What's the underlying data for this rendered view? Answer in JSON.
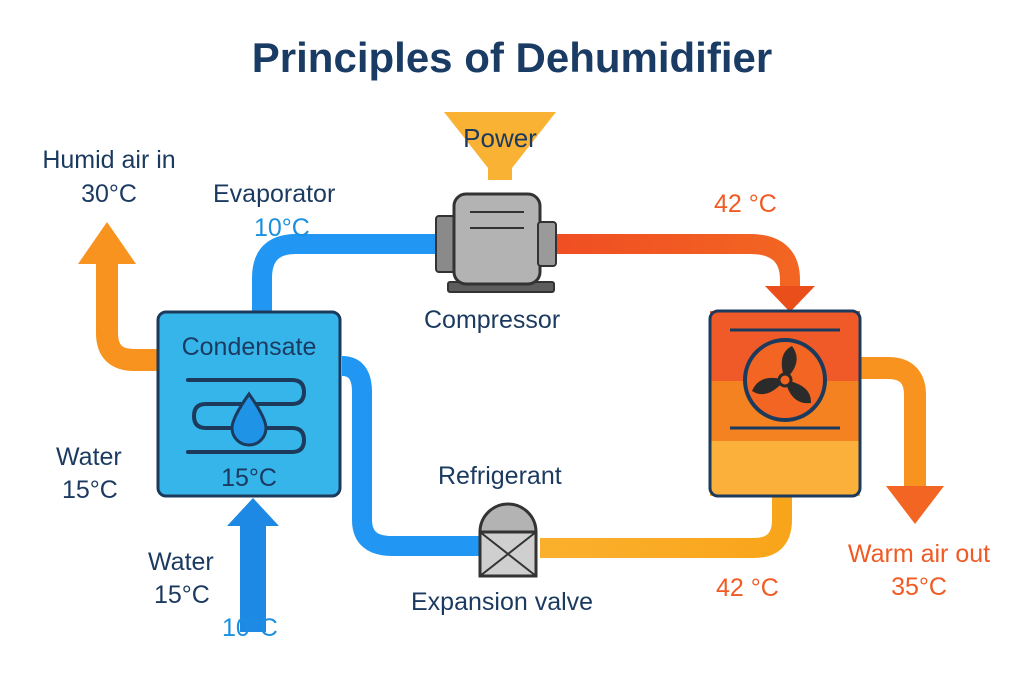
{
  "title": "Principles of Dehumidifier",
  "labels": {
    "humid_air_in": "Humid air in",
    "humid_air_temp": "30°C",
    "evaporator": "Evaporator",
    "evaporator_temp": "10°C",
    "power": "Power",
    "compressor": "Compressor",
    "hot_line_temp": "42 °C",
    "condensate": "Condensate",
    "condensate_temp": "15°C",
    "water_left": "Water",
    "water_left_temp": "15°C",
    "water_bottom": "Water",
    "water_bottom_temp": "15°C",
    "water_bottom_blue_temp": "10°C",
    "refrigerant": "Refrigerant",
    "expansion_valve": "Expansion valve",
    "liquid_line_temp": "42 °C",
    "warm_air_out": "Warm air out",
    "warm_air_temp": "35°C"
  },
  "colors": {
    "title": "#1a3c64",
    "text_navy": "#1b3a5f",
    "cold_pipe": "#2196f3",
    "hot_pipe": "#f15a24",
    "liquid_pipe": "#fbb02d",
    "air_arrow": "#f7931e",
    "evaporator_box": "#36b5ea",
    "power": "#f9b233"
  }
}
